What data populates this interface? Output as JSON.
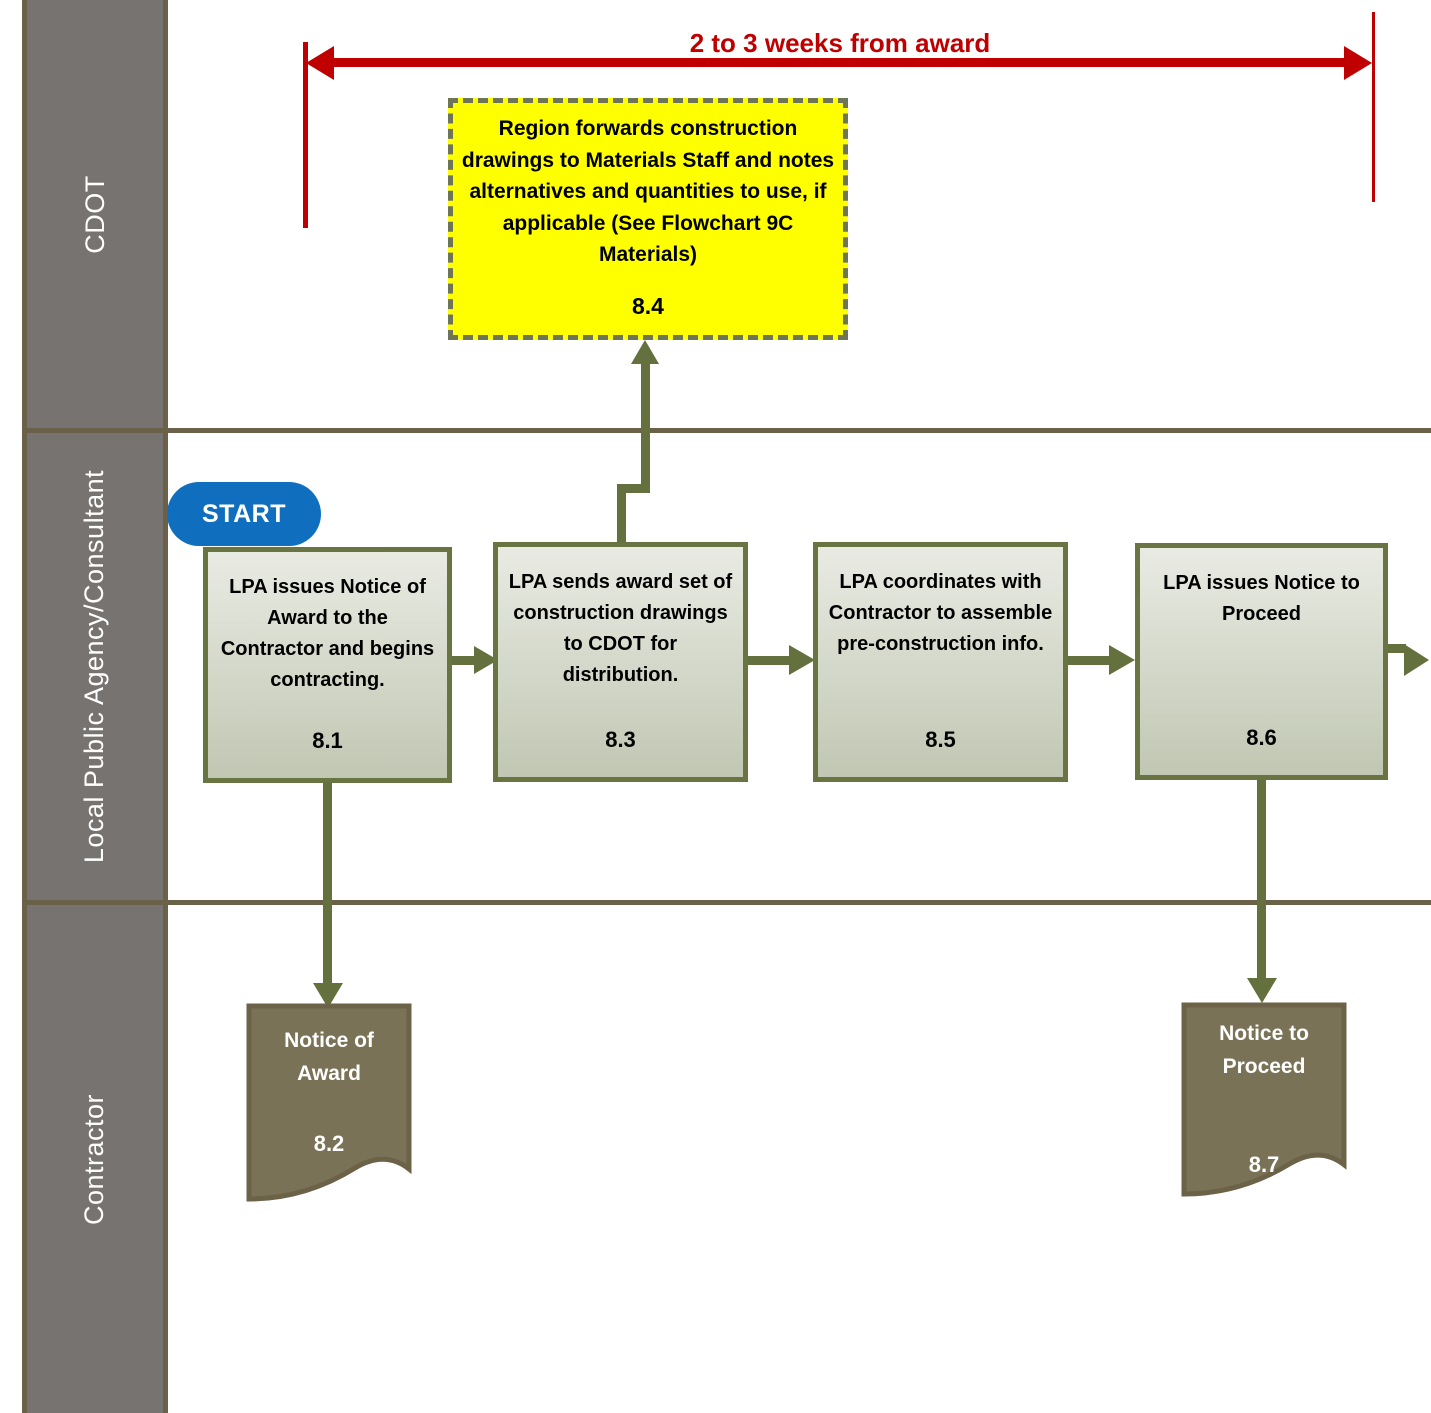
{
  "timeline": {
    "label": "2 to 3 weeks from award",
    "color": "#c00000"
  },
  "lanes": [
    {
      "label": "CDOT"
    },
    {
      "label": "Local Public Agency/Consultant"
    },
    {
      "label": "Contractor"
    }
  ],
  "start": {
    "label": "START"
  },
  "boxes": {
    "b84": {
      "text": "Region forwards construction drawings to Materials Staff and notes alternatives and quantities to use, if applicable (See Flowchart 9C Materials)",
      "id": "8.4"
    },
    "b81": {
      "text": "LPA issues Notice of Award to the Contractor and begins contracting.",
      "id": "8.1"
    },
    "b83": {
      "text": "LPA sends award set of construction drawings to CDOT for distribution.",
      "id": "8.3"
    },
    "b85": {
      "text": "LPA coordinates with Contractor to assemble pre-construction info.",
      "id": "8.5"
    },
    "b86": {
      "text": "LPA issues Notice to Proceed",
      "id": "8.6"
    },
    "b82": {
      "text": "Notice of Award",
      "id": "8.2"
    },
    "b87": {
      "text": "Notice to Proceed",
      "id": "8.7"
    }
  },
  "colors": {
    "arrow_green": "#64703e",
    "box_border_green": "#687543",
    "box_fill_top": "#e9ebe3",
    "box_fill_bottom": "#c1c7b3",
    "lane_fill_gray": "#767370",
    "lane_border_olive": "#6b6148",
    "document_fill": "#7a7257",
    "timeline_red": "#c00000",
    "start_blue": "#0f6fbe",
    "highlight_yellow": "#ffff00"
  }
}
